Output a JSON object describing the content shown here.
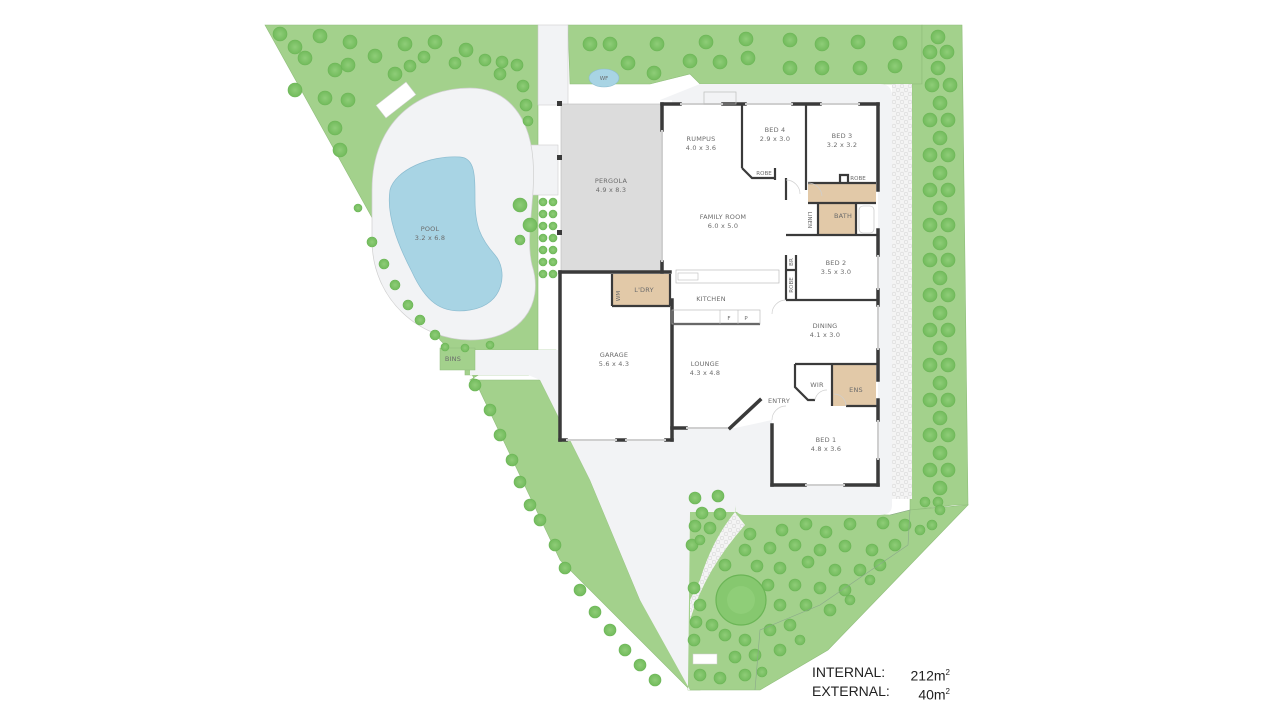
{
  "colors": {
    "lawn": "#a3d18c",
    "tree": "#7fc26a",
    "tree_edge": "#6bb556",
    "paving": "#f2f3f5",
    "pergola": "#dcdcdc",
    "pool": "#a8d4e4",
    "wet_area": "#e2c9a8",
    "wall": "#3a3a3a",
    "text": "#6b6b6b"
  },
  "rooms": [
    {
      "id": "pergola",
      "name": "PERGOLA",
      "size": "4.9 x 8.3"
    },
    {
      "id": "rumpus",
      "name": "RUMPUS",
      "size": "4.0 x 3.6"
    },
    {
      "id": "bed4",
      "name": "BED 4",
      "size": "2.9 x 3.0"
    },
    {
      "id": "bed3",
      "name": "BED 3",
      "size": "3.2 x 3.2"
    },
    {
      "id": "family",
      "name": "FAMILY ROOM",
      "size": "6.0 x 5.0"
    },
    {
      "id": "bed2",
      "name": "BED 2",
      "size": "3.5 x 3.0"
    },
    {
      "id": "dining",
      "name": "DINING",
      "size": "4.1 x 3.0"
    },
    {
      "id": "garage",
      "name": "GARAGE",
      "size": "5.6 x 4.3"
    },
    {
      "id": "lounge",
      "name": "LOUNGE",
      "size": "4.3 x 4.8"
    },
    {
      "id": "bed1",
      "name": "BED 1",
      "size": "4.8 x 3.6"
    },
    {
      "id": "pool",
      "name": "POOL",
      "size": "3.2 x 6.8"
    }
  ],
  "labels": {
    "kitchen": "KITCHEN",
    "laundry": "L'DRY",
    "wm": "WM",
    "bath": "BATH",
    "linen": "LINEN",
    "robe": "ROBE",
    "br": "BR",
    "ens": "ENS",
    "wir": "WIR",
    "entry": "ENTRY",
    "fridge": "F",
    "pantry": "P",
    "wf": "WF",
    "bins": "BINS"
  },
  "areas": {
    "internal_label": "INTERNAL:",
    "internal_value": "212m",
    "external_label": "EXTERNAL:",
    "external_value": "40m",
    "unit_sup": "2"
  }
}
